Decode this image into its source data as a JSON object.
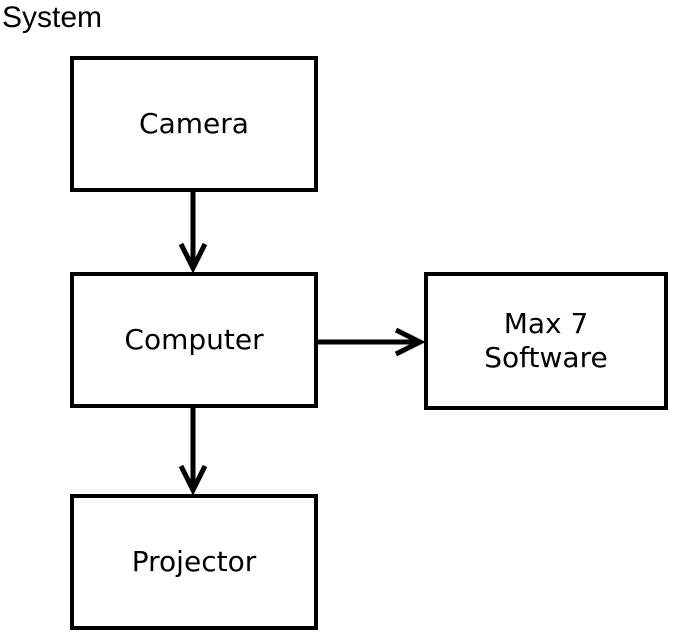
{
  "title": "System",
  "nodes": {
    "camera": "Camera",
    "computer": "Computer",
    "max": "Max 7\nSoftware",
    "projector": "Projector"
  },
  "edges": [
    {
      "from": "Camera",
      "to": "Computer"
    },
    {
      "from": "Computer",
      "to": "Max 7 Software"
    },
    {
      "from": "Computer",
      "to": "Projector"
    }
  ],
  "colors": {
    "stroke": "#000000",
    "background": "#ffffff"
  }
}
